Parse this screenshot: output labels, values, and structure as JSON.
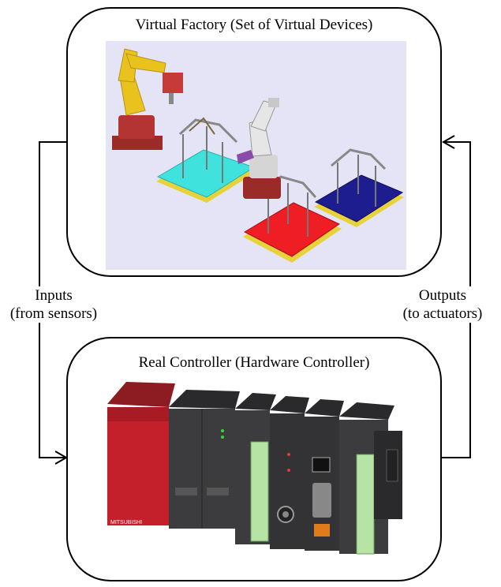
{
  "virtual_factory": {
    "title": "Virtual Factory (Set of Virtual Devices)",
    "scene_colors": {
      "background": "#e4e4f6",
      "robot_yellow": "#e9c21d",
      "robot_base": "#9b2b28",
      "robot_white": "#e6e6e6",
      "table_cyan": "#3fe2dc",
      "table_red": "#ef1e24",
      "table_blue": "#1d1d8f",
      "frame_yellow": "#e8d23a"
    }
  },
  "real_controller": {
    "title": "Real Controller (Hardware Controller)",
    "brand_text": "MITSUBISHI",
    "module_colors": {
      "power_red": "#c4202b",
      "module_dark": "#3c3c3f",
      "terminal_green": "#b6e4a5"
    }
  },
  "inputs_label": {
    "line1": "Inputs",
    "line2": "(from sensors)"
  },
  "outputs_label": {
    "line1": "Outputs",
    "line2": "(to actuators)"
  }
}
